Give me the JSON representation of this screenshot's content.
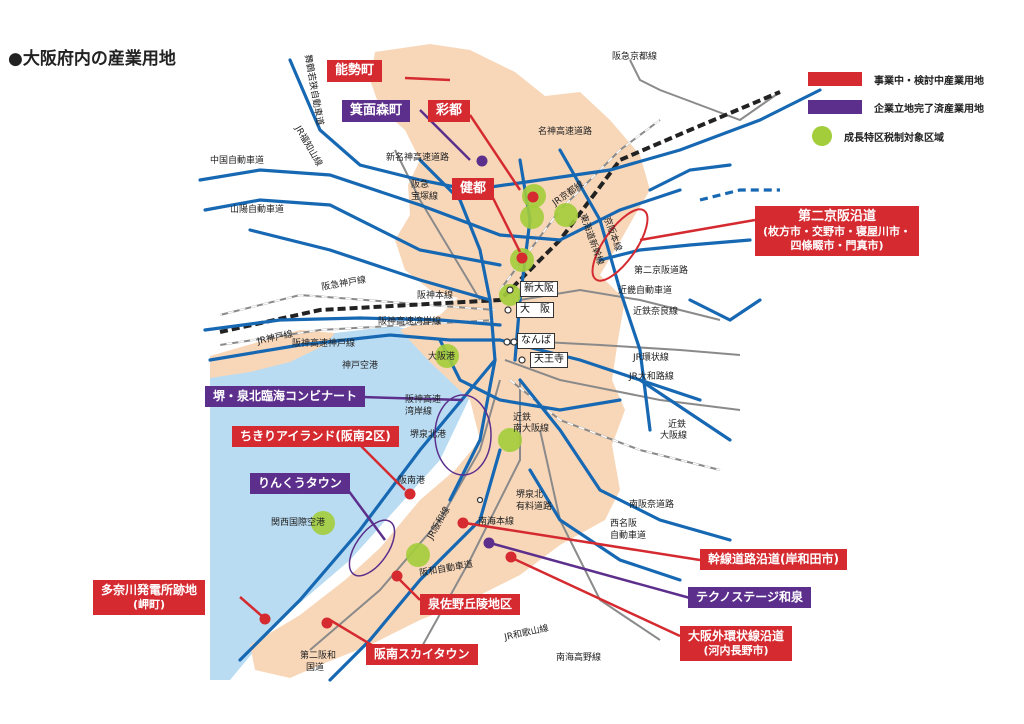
{
  "title": "●大阪府内の産業用地",
  "legend": {
    "active": "事業中・検討中産業用地",
    "completed": "企業立地完了済産業用地",
    "special_zone": "成長特区税制対象区域"
  },
  "callouts": {
    "nose": "能勢町",
    "minoh": "箕面森町",
    "saito": "彩都",
    "kento": "健都",
    "daini_keihan": "第二京阪沿道",
    "daini_keihan_sub1": "(枚方市・交野市・寝屋川市・",
    "daini_keihan_sub2": "四條畷市・門真市)",
    "sakai_senboku": "堺・泉北臨海コンビナート",
    "chikiri": "ちきりアイランド(阪南2区)",
    "rinku": "りんくうタウン",
    "kansen": "幹線道路沿道(岸和田市)",
    "technostage": "テクノステージ和泉",
    "tanagawa1": "多奈川発電所跡地",
    "tanagawa2": "(岬町)",
    "izumisano": "泉佐野丘陵地区",
    "hannan_sky": "阪南スカイタウン",
    "gaikan1": "大阪外環状線沿道",
    "gaikan2": "(河内長野市)"
  },
  "stations": {
    "shin_osaka": "新大阪",
    "osaka": "大　阪",
    "namba": "なんば",
    "tennoji": "天王寺"
  },
  "map_labels": {
    "hankyu_kyoto": "阪急京都線",
    "meishin": "名神高速道路",
    "shin_meishin": "新名神高速道路",
    "hankyu_takarazuka1": "阪急",
    "hankyu_takarazuka2": "宝塚線",
    "jr_kyoto": "JR京都線",
    "chugoku": "中国自動車道",
    "sanyo": "山陽自動車道",
    "jr_fukuchiyama": "JR福知山線",
    "maizuru": "舞鶴若狭自動車道",
    "hanshin_main": "阪神本線",
    "hankyu_kobe": "阪急神戸線",
    "jr_kobe": "JR神戸線",
    "hanshin_bay": "阪神高速湾岸線",
    "hanshin_kobe": "阪神高速神戸線",
    "kobe_airport": "神戸空港",
    "osaka_port": "大阪港",
    "hanshin_bay2a": "阪神高速",
    "hanshin_bay2b": "湾岸線",
    "sakai_senboku_port": "堺泉北港",
    "hannan_port": "阪南港",
    "kix": "関西国際空港",
    "jr_hanwa": "JR阪和線",
    "hanwa_expy": "阪和自動車道",
    "jr_wakayama": "JR和歌山線",
    "nankai_koya": "南海高野線",
    "nankai_main": "南海本線",
    "daini_hanwa1": "第二阪和",
    "daini_hanwa2": "国道",
    "keihan_main": "京阪本線",
    "kinki_expy": "近畿自動車道",
    "daini_keihan_road": "第二京阪道路",
    "kintetsu_nara": "近鉄奈良線",
    "jr_loop": "JR環状線",
    "jr_yamatoji": "JR大和路線",
    "kintetsu_minami1": "近鉄",
    "kintetsu_minami2": "南大阪線",
    "kintetsu_osaka1": "近鉄",
    "kintetsu_osaka2": "大阪線",
    "senboku1": "堺泉北",
    "senboku2": "有料道路",
    "minami_hanna": "南阪奈道路",
    "nishi_meihan1": "西名阪",
    "nishi_meihan2": "自動車道",
    "tokaido_branch": "東海道新幹線"
  },
  "colors": {
    "land": "#f8d7b9",
    "sea": "#b9dcf3",
    "road": "#1768b3",
    "rail": "#888888",
    "active": "#d42a30",
    "completed": "#5c2f8c",
    "zone": "#a3cd3b"
  }
}
